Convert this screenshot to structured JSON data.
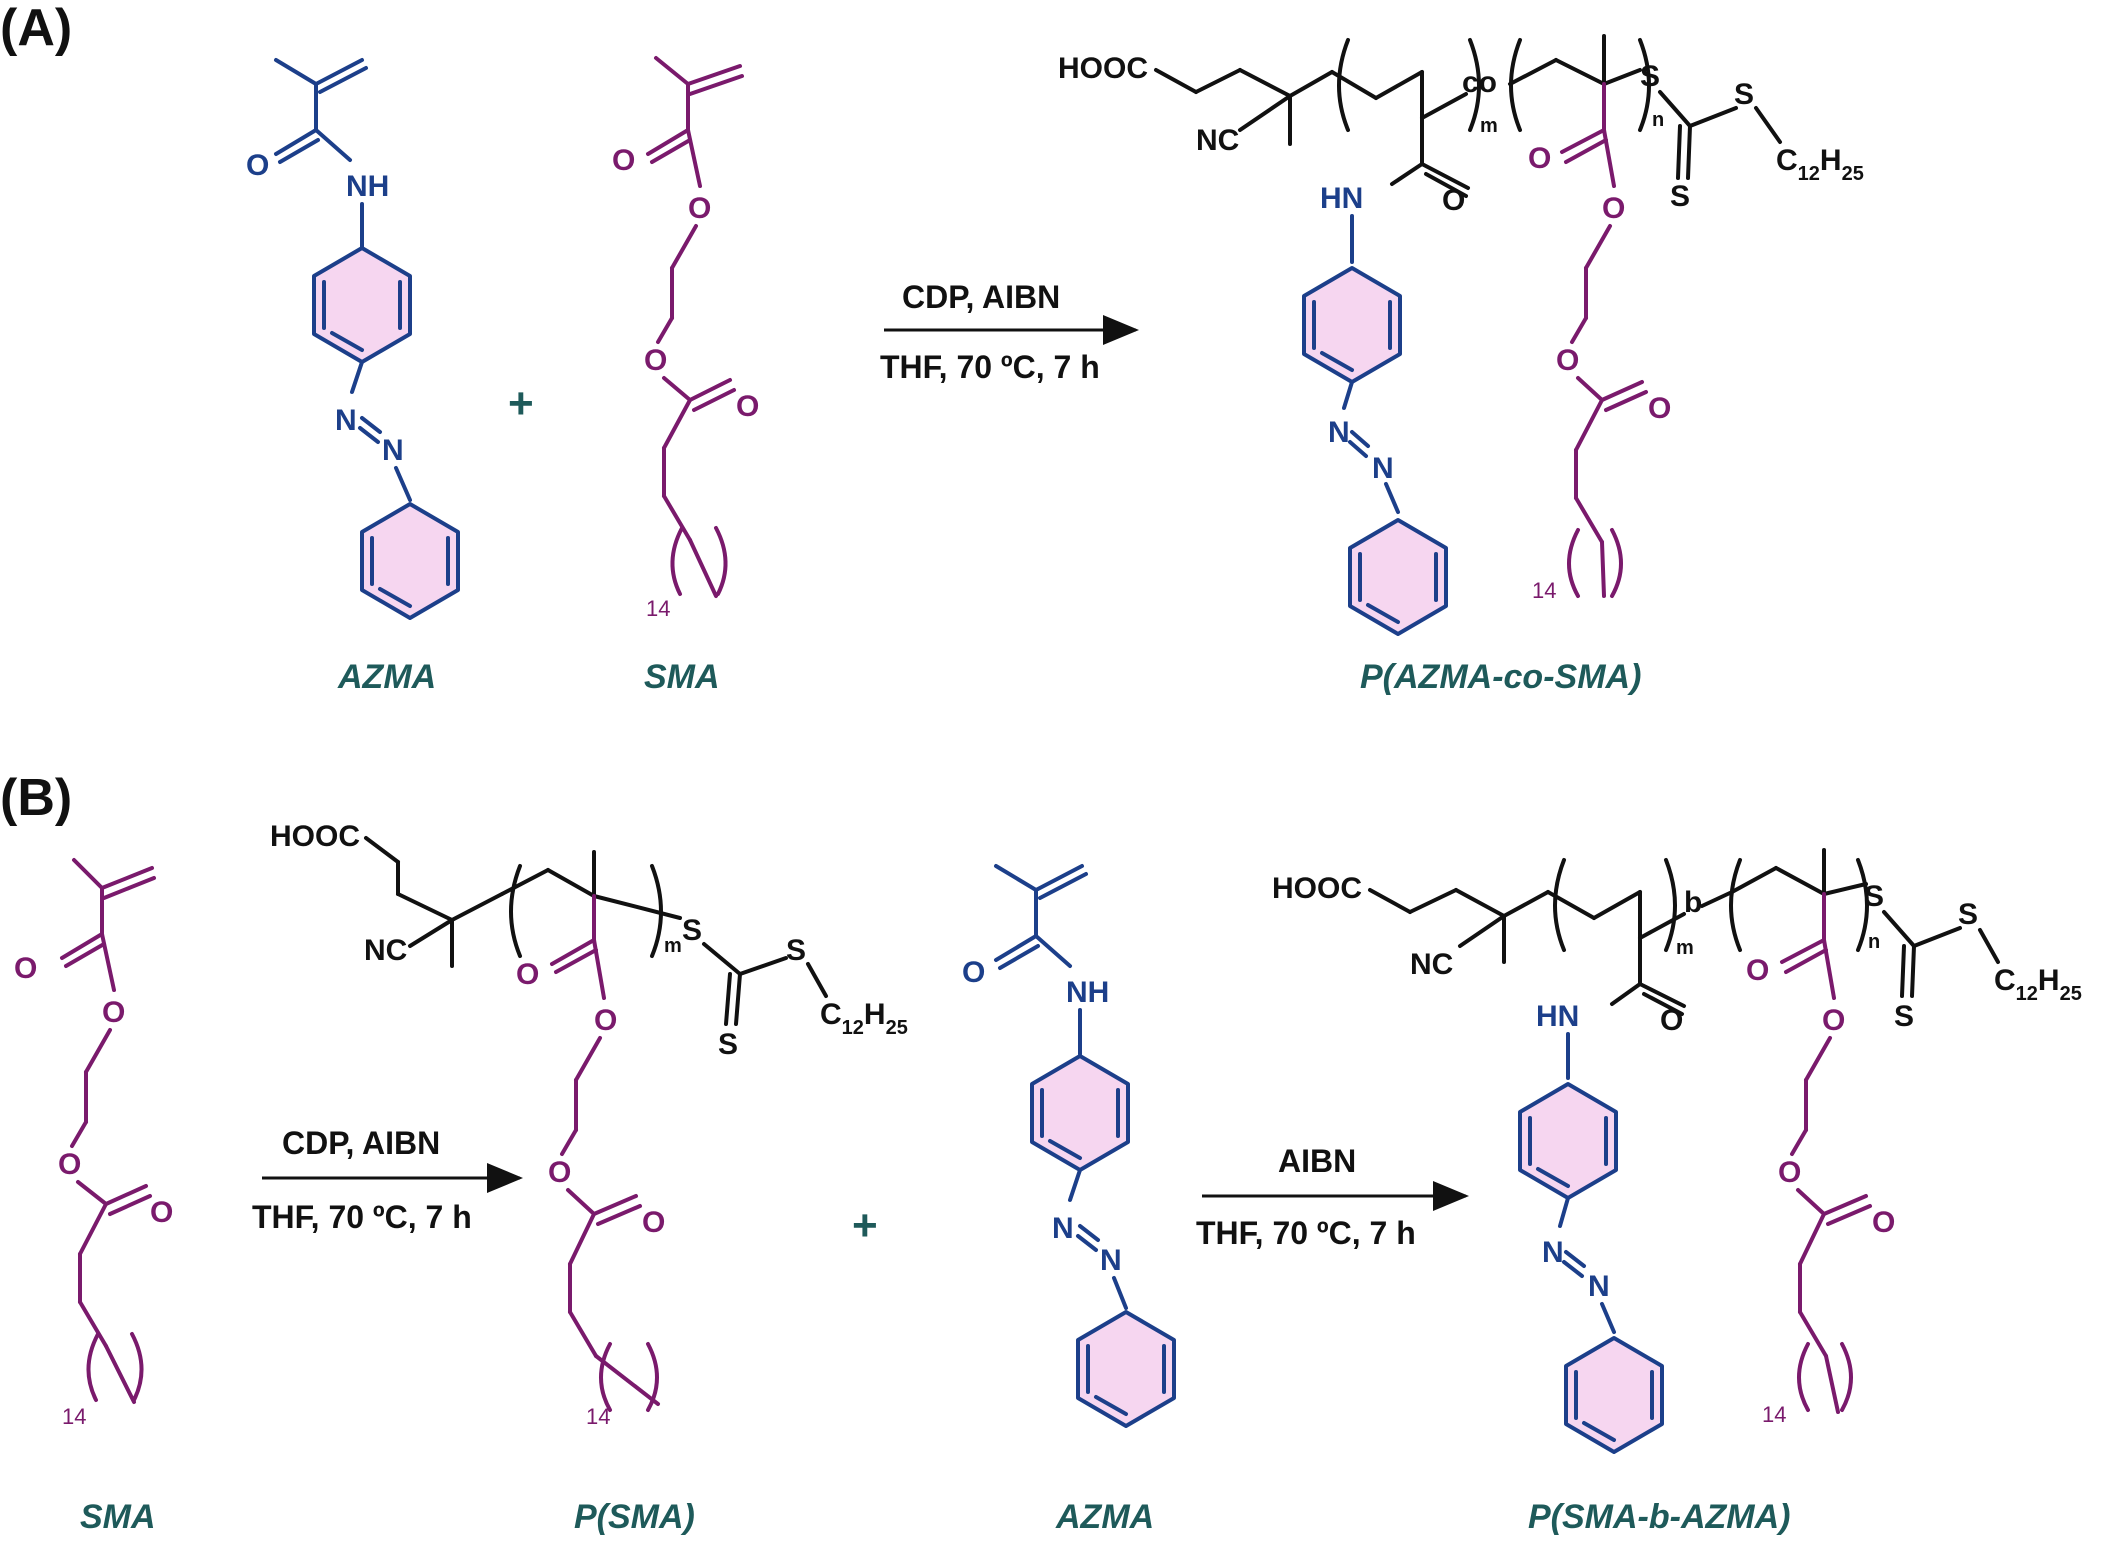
{
  "panels": {
    "a": {
      "panel_label": "(A)",
      "monomer_1": "AZMA",
      "monomer_2": "SMA",
      "plus": "+",
      "reagents": "CDP, AIBN",
      "conditions": "THF, 70 ºC, 7 h",
      "product": "P(AZMA-co-SMA)",
      "linker": "co"
    },
    "b": {
      "panel_label": "(B)",
      "monomer_1": "SMA",
      "intermediate": "P(SMA)",
      "plus": "+",
      "monomer_2": "AZMA",
      "step1_reagents": "CDP, AIBN",
      "step1_conditions": "THF, 70 ºC, 7 h",
      "step2_reagents": "AIBN",
      "step2_conditions": "THF, 70 ºC, 7 h",
      "product": "P(SMA-b-AZMA)",
      "linker": "b"
    }
  },
  "atoms": {
    "O": "O",
    "NH": "NH",
    "HN": "HN",
    "N": "N",
    "S": "S",
    "NC": "NC",
    "HOOC": "HOOC",
    "C12": "C",
    "C12_sub": "12",
    "H25": "H",
    "H25_sub": "25",
    "m": "m",
    "n": "n",
    "fourteen": "14"
  },
  "colors": {
    "azma": "#1c3f8a",
    "sma": "#7a1a6c",
    "backbone": "#111111",
    "ring_fill": "#f6d6f0",
    "label": "#1e5a5a"
  }
}
